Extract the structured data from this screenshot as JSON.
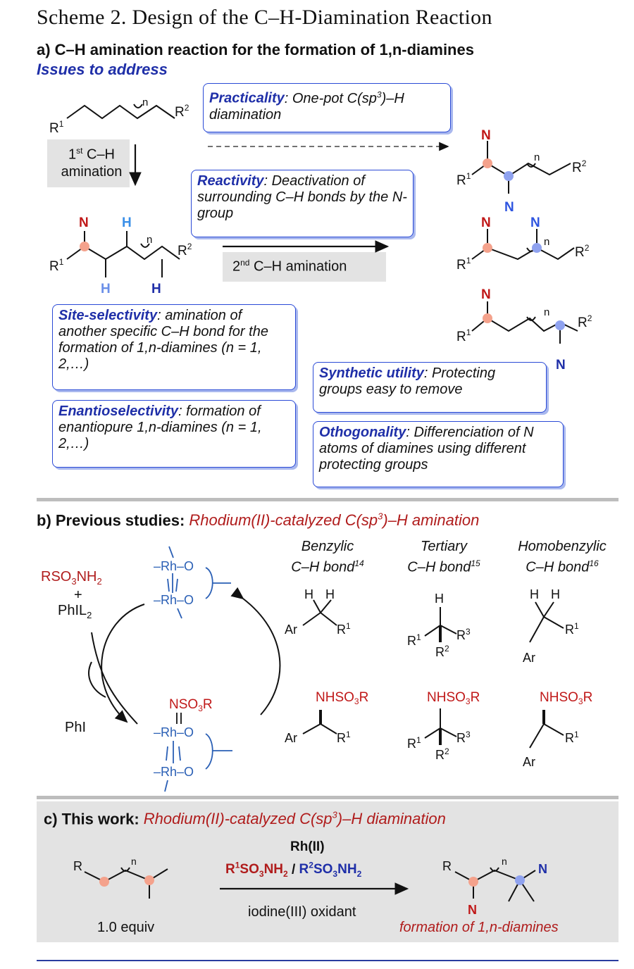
{
  "title": "Scheme 2. Design of the C–H-Diamination Reaction",
  "section_a": {
    "heading": "a) C–H amination reaction for the formation of 1,n-diamines",
    "issues": "Issues to address",
    "first_amination": "1st C–H amination",
    "second_amination": "2nd C–H amination",
    "boxes": {
      "practicality_key": "Practicality",
      "practicality_text": ": One-pot C(sp3)–H diamination",
      "reactivity_key": "Reactivity",
      "reactivity_text": ": Deactivation of surrounding C–H bonds by the N-group",
      "site_key": "Site-selectivity",
      "site_text": ": amination of another specific C–H bond for the formation of 1,n-diamines (n = 1, 2,…)",
      "enantio_key": "Enantioselectivity",
      "enantio_text": ": formation of enantiopure 1,n-diamines (n = 1, 2,…)",
      "synthetic_key": "Synthetic utility",
      "synthetic_text": ": Protecting groups easy to remove",
      "ortho_key": "Othogonality",
      "ortho_text": ": Differenciation of N atoms of diamines using different protecting groups"
    }
  },
  "section_b": {
    "heading_black": "b) Previous studies: ",
    "heading_red": "Rhodium(II)-catalyzed C(sp3)–H amination",
    "reagent1": "RSO3NH2",
    "plus": "+",
    "reagent2": "PhIL2",
    "byproduct": "PhI",
    "nitrene": "NSO3R",
    "col1": "Benzylic C–H bond14",
    "col2": "Tertiary C–H bond15",
    "col3": "Homobenzylic C–H bond16",
    "product_group": "NHSO3R"
  },
  "section_c": {
    "heading_black": "c) This work: ",
    "heading_red": "Rhodium(II)-catalyzed C(sp3)–H diamination",
    "catalyst": "Rh(II)",
    "reagent_red": "R1SO3NH2",
    "slash": " / ",
    "reagent_blue": "R2SO3NH2",
    "oxidant": "iodine(III) oxidant",
    "equiv": "1.0 equiv",
    "result": "formation of 1,n-diamines"
  },
  "colors": {
    "red": "#b01c1c",
    "blue": "#1f2fa8",
    "box_border": "#2a4ad6",
    "gray_bg": "#e3e3e3",
    "dot_red": "#f4a28c",
    "dot_blue": "#8fa2ef"
  }
}
